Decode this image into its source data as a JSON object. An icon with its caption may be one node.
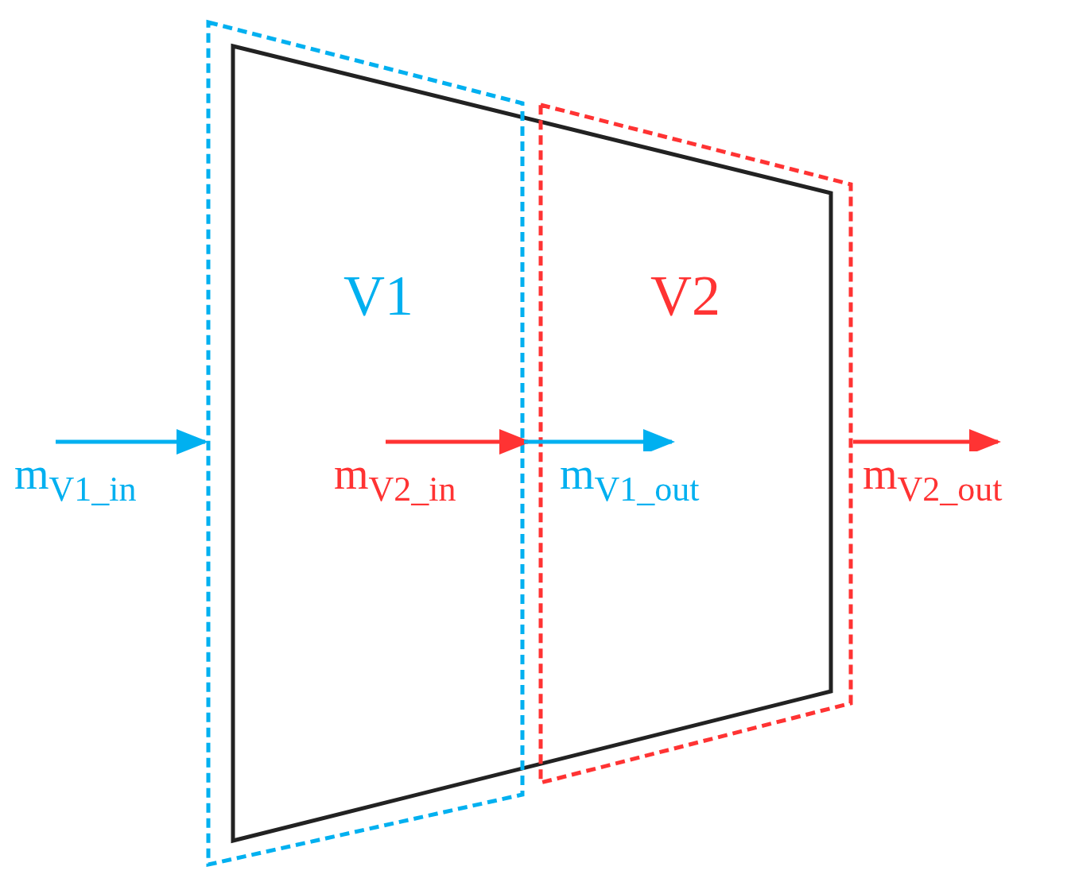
{
  "diagram": {
    "nodes": [
      {
        "text": [
          "V1"
        ]
      },
      {
        "text": [
          "V2"
        ]
      }
    ],
    "edges": [
      {
        "from": null,
        "to": 0,
        "arrow": "to",
        "label": "m$_{V1_in}$",
        "color": "#00b0f0"
      },
      {
        "from": 0,
        "to": 1,
        "arrow": "to",
        "label": "m$_{V2_in}$",
        "color": "#ff3333"
      },
      {
        "from": 0,
        "to": 1,
        "arrow": "to",
        "label": "m$_{V1_out}$",
        "color": "#00b0f0"
      },
      {
        "from": 1,
        "to": null,
        "arrow": "to",
        "label": "m$_{V2_out}$",
        "color": "#ff3333"
      }
    ]
  }
}
